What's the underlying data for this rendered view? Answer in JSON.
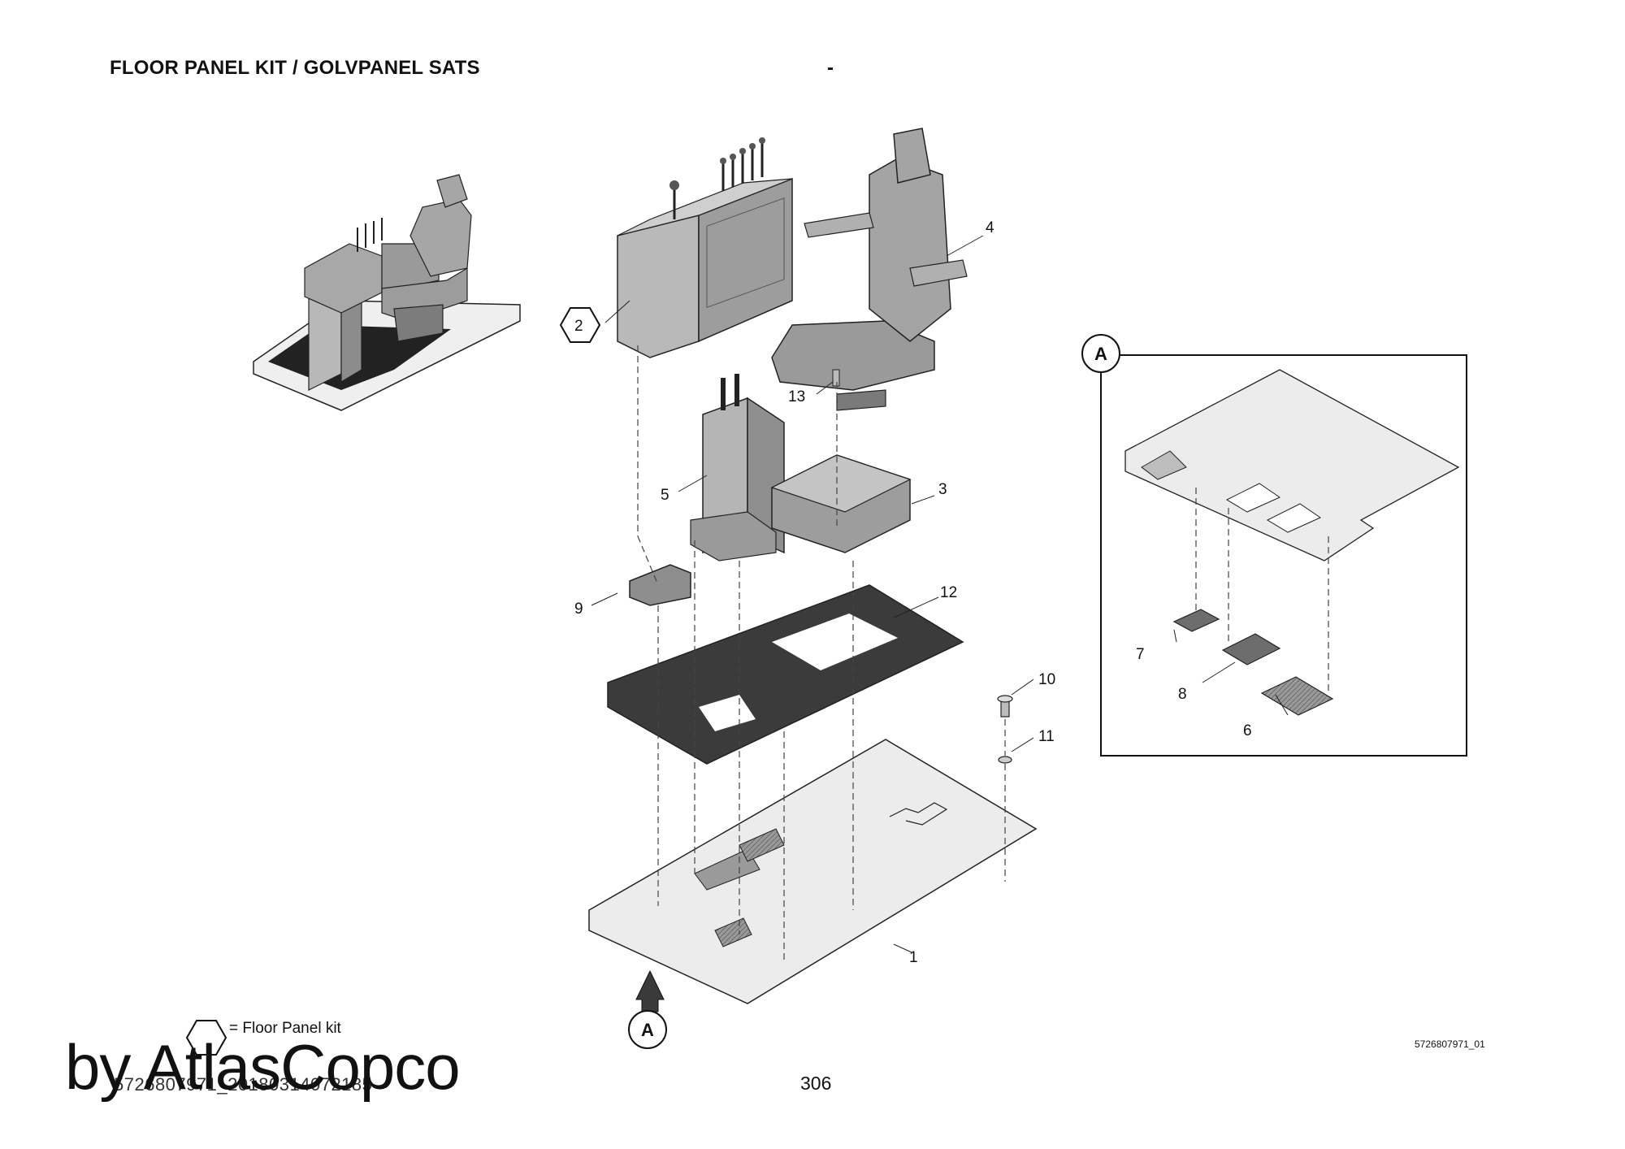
{
  "header": {
    "title": "FLOOR PANEL KIT / GOLVPANEL SATS",
    "separator": "-"
  },
  "callouts": {
    "c1": "1",
    "c2": "2",
    "c3": "3",
    "c4": "4",
    "c5": "5",
    "c6": "6",
    "c7": "7",
    "c8": "8",
    "c9": "9",
    "c10": "10",
    "c11": "11",
    "c12": "12",
    "c13": "13"
  },
  "detail": {
    "label": "A",
    "view_marker": "A"
  },
  "legend": {
    "text": "= Floor Panel kit"
  },
  "footer": {
    "drawing_id": "5726807971_01",
    "page_number": "306",
    "doc_ref": "5726807971_20180314072185",
    "watermark": "by AtlasCopco"
  }
}
